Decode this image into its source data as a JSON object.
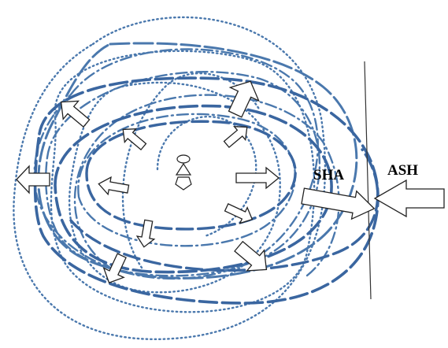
{
  "labels": {
    "sha": "SHA",
    "ash": "ASH"
  },
  "colors": {
    "curves": "#4a78ad",
    "dark_curves": "#3a66a0",
    "arrow_stroke": "#222222",
    "arrow_fill": "#ffffff"
  },
  "figure": {
    "center_icon": "person-pentagon-icon",
    "boundary": "vertical-line"
  }
}
